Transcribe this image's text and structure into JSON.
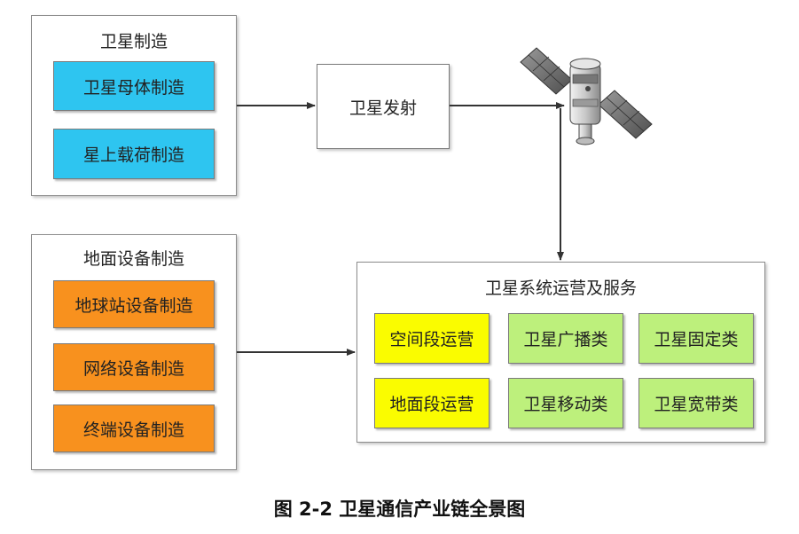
{
  "satellite_manufacturing": {
    "title": "卫星制造",
    "items": [
      "卫星母体制造",
      "星上载荷制造"
    ]
  },
  "ground_equipment": {
    "title": "地面设备制造",
    "items": [
      "地球站设备制造",
      "网络设备制造",
      "终端设备制造"
    ]
  },
  "launch": {
    "label": "卫星发射"
  },
  "operations": {
    "title": "卫星系统运营及服务",
    "cells": [
      "空间段运营",
      "卫星广播类",
      "卫星固定类",
      "地面段运营",
      "卫星移动类",
      "卫星宽带类"
    ]
  },
  "caption": "图 2-2  卫星通信产业链全景图",
  "icons": {
    "satellite": "satellite-icon"
  },
  "colors": {
    "manufacturing_box": "#2ec5f0",
    "ground_box": "#f8911e",
    "segment_ops_box": "#fafc00",
    "service_box": "#bdf07c",
    "arrow": "#333333"
  }
}
